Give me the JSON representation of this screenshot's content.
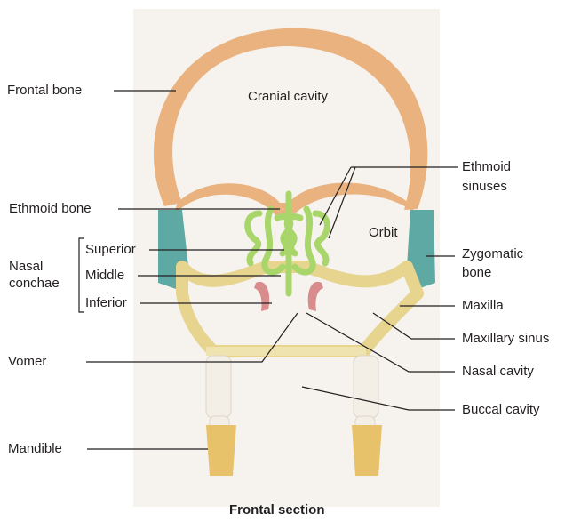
{
  "figure": {
    "caption": "Frontal section",
    "inner_labels": {
      "cranial_cavity": "Cranial cavity",
      "orbit": "Orbit"
    },
    "left_labels": {
      "frontal_bone": "Frontal bone",
      "ethmoid_bone": "Ethmoid bone",
      "nasal_conchae_line1": "Nasal",
      "nasal_conchae_line2": "conchae",
      "superior": "Superior",
      "middle": "Middle",
      "inferior": "Inferior",
      "vomer": "Vomer",
      "mandible": "Mandible"
    },
    "right_labels": {
      "ethmoid_sinuses_line1": "Ethmoid",
      "ethmoid_sinuses_line2": "sinuses",
      "zygomatic_line1": "Zygomatic",
      "zygomatic_line2": "bone",
      "maxilla": "Maxilla",
      "maxillary_sinus": "Maxillary sinus",
      "nasal_cavity": "Nasal cavity",
      "buccal_cavity": "Buccal cavity"
    },
    "colors": {
      "frontal_bone": "#e9b27f",
      "zygomatic_bone": "#5fa9a4",
      "ethmoid": "#a9d66b",
      "maxilla": "#efe3b0",
      "conchae_inferior": "#d98c8c",
      "mandible": "#e8c26a",
      "leader_line": "#231f20",
      "text": "#231f20"
    }
  }
}
